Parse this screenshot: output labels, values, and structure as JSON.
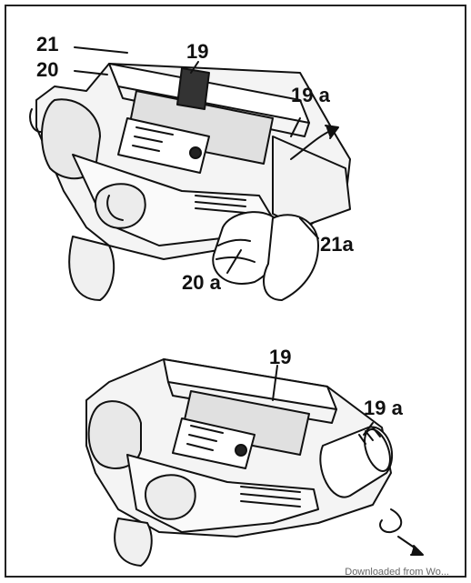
{
  "labels": {
    "top": {
      "l21": "21",
      "l20": "20",
      "l19": "19",
      "l19a": "19 a",
      "l21a": "21a",
      "l20a": "20 a"
    },
    "bottom": {
      "l19": "19",
      "l19a": "19 a"
    }
  },
  "footer": "Downloaded from  Wo..."
}
